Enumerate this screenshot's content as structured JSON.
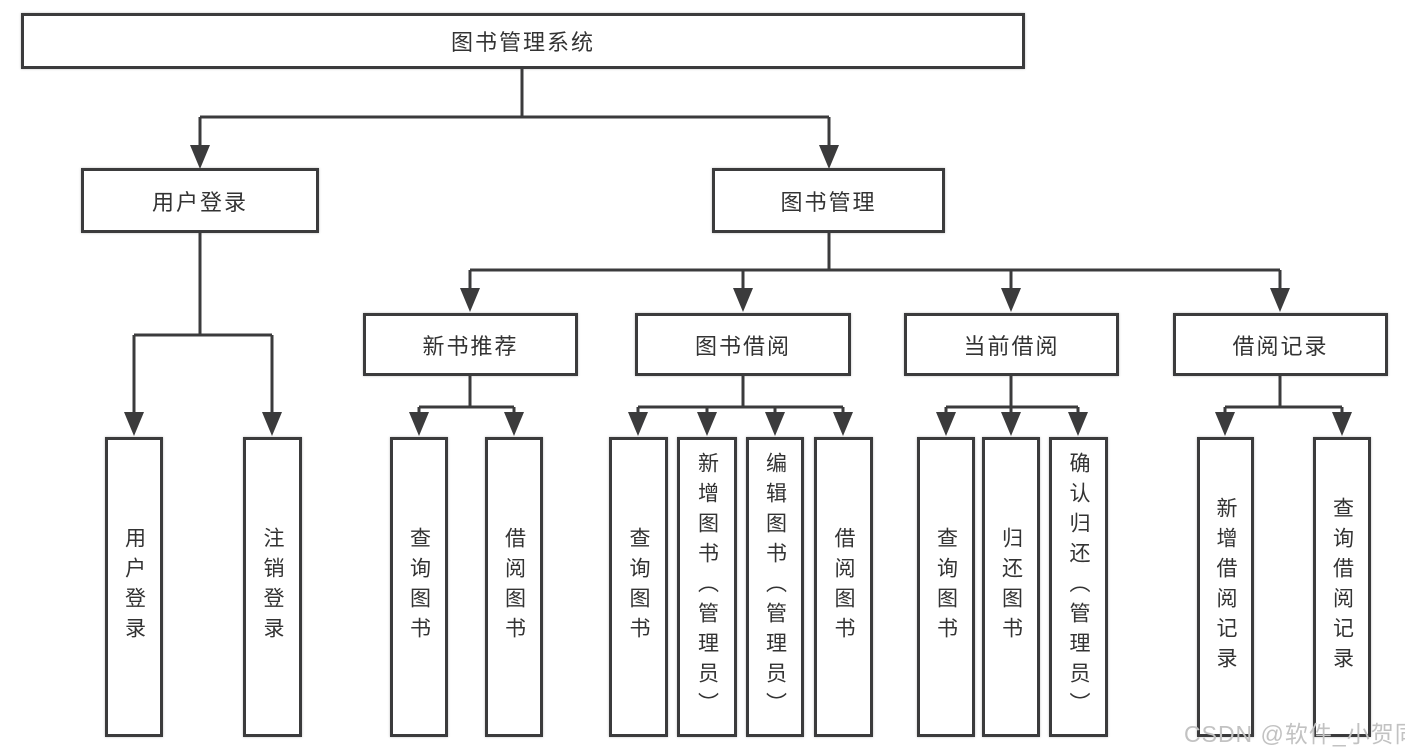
{
  "tree": {
    "label": "图书管理系统",
    "children": [
      {
        "label": "用户登录",
        "children": [
          {
            "label": "用户登录"
          },
          {
            "label": "注销登录"
          }
        ]
      },
      {
        "label": "图书管理",
        "children": [
          {
            "label": "新书推荐",
            "children": [
              {
                "label": "查询图书"
              },
              {
                "label": "借阅图书"
              }
            ]
          },
          {
            "label": "图书借阅",
            "children": [
              {
                "label": "查询图书"
              },
              {
                "label": "新增图书（管理员）"
              },
              {
                "label": "编辑图书（管理员）"
              },
              {
                "label": "借阅图书"
              }
            ]
          },
          {
            "label": "当前借阅",
            "children": [
              {
                "label": "查询图书"
              },
              {
                "label": "归还图书"
              },
              {
                "label": "确认归还（管理员）"
              }
            ]
          },
          {
            "label": "借阅记录",
            "children": [
              {
                "label": "新增借阅记录"
              },
              {
                "label": "查询借阅记录"
              }
            ]
          }
        ]
      }
    ]
  },
  "watermark": {
    "text": "CSDN @软件_小贺同学"
  },
  "colors": {
    "line": "#3b3b3c",
    "text": "#333333",
    "watermark": "#c2c2c2",
    "background": "#ffffff"
  }
}
